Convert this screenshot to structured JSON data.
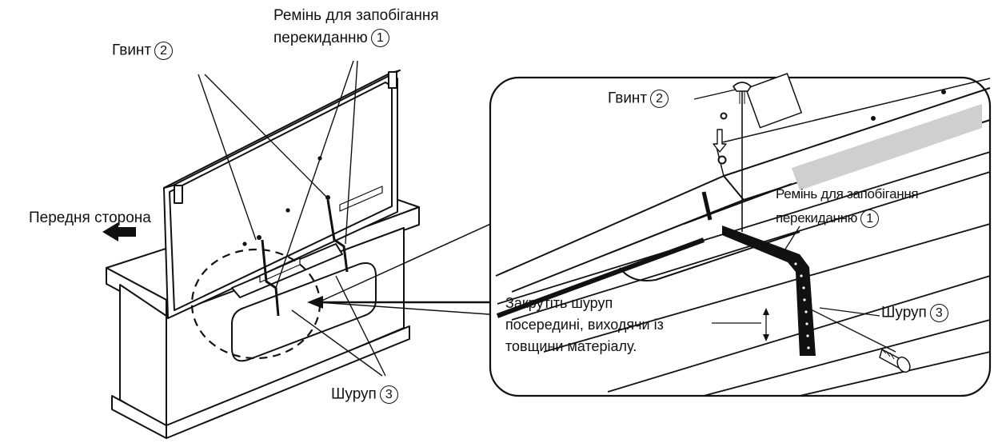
{
  "labels": {
    "strap_left_line1": "Ремінь для запобігання",
    "strap_left_line2": "перекиданню",
    "screw_left": "Гвинт",
    "front_side": "Передня сторона",
    "wood_screw_bottom": "Шуруп",
    "screw_detail": "Гвинт",
    "strap_detail_line1": "Ремінь для запобігання",
    "strap_detail_line2": "перекиданню",
    "tighten_line1": "Закрутіть шуруп",
    "tighten_line2": "посередині, виходячи із",
    "tighten_line3": "товщини матеріалу.",
    "wood_screw_detail": "Шуруп"
  },
  "numbers": {
    "strap": "1",
    "screw": "2",
    "wood_screw": "3"
  }
}
